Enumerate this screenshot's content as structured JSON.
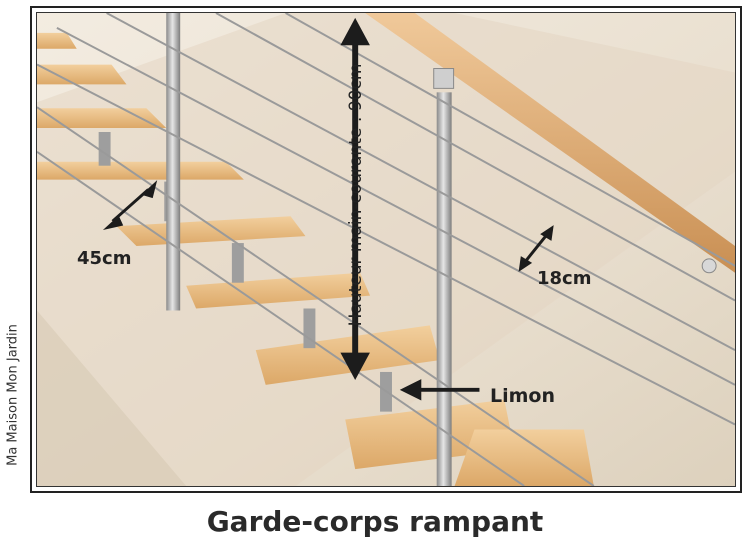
{
  "credit": "Ma Maison Mon Jardin",
  "caption": "Garde-corps rampant",
  "labels": {
    "handrail_height": "Hauteur main-courante : 90cm",
    "step_spacing": "45cm",
    "bar_spacing": "18cm",
    "stringer": "Limon"
  },
  "colors": {
    "wall": "#ece3d5",
    "wood": "#e8b878",
    "steel": "#b9b9b9",
    "arrow": "#1c1c1c"
  }
}
